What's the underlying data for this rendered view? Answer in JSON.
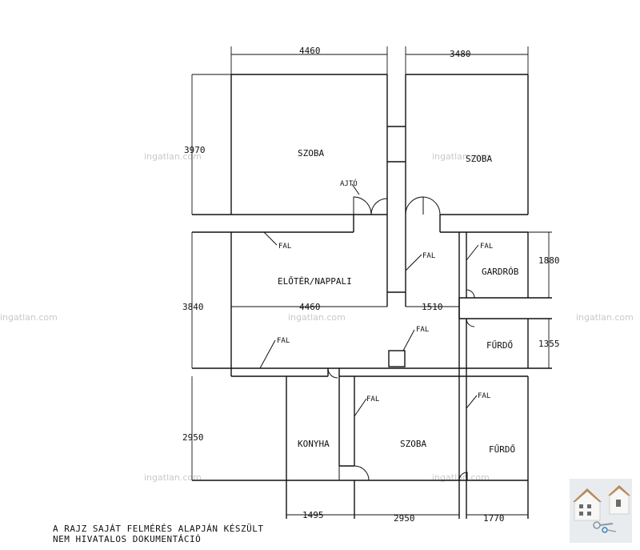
{
  "rooms": {
    "szoba_1": "SZOBA",
    "szoba_2": "SZOBA",
    "eloter": "ELŐTÉR/NAPPALI",
    "gardrob": "GARDRÓB",
    "furdo_1": "FŰRDŐ",
    "konyha": "KONYHA",
    "szoba_3": "SZOBA",
    "furdo_2": "FŰRDŐ"
  },
  "labels": {
    "door": "AJTÓ",
    "wall": "FAL"
  },
  "dimensions": {
    "top_left": "4460",
    "top_right": "3480",
    "left_top": "3970",
    "left_mid": "3840",
    "left_bottom": "2950",
    "mid_width": "4460",
    "mid_width_2": "1510",
    "right_gardrob": "1880",
    "right_furdo": "1355",
    "bottom_konyha": "1495",
    "bottom_szoba": "2950",
    "bottom_furdo": "1770"
  },
  "note": {
    "line1": "A RAJZ SAJÁT FELMÉRÉS ALAPJÁN KÉSZÜLT",
    "line2": "NEM HIVATALOS DOKUMENTÁCIÓ"
  },
  "watermark": "ingatlan.com",
  "icons": {
    "thumbnail": "house-keys-photo"
  }
}
